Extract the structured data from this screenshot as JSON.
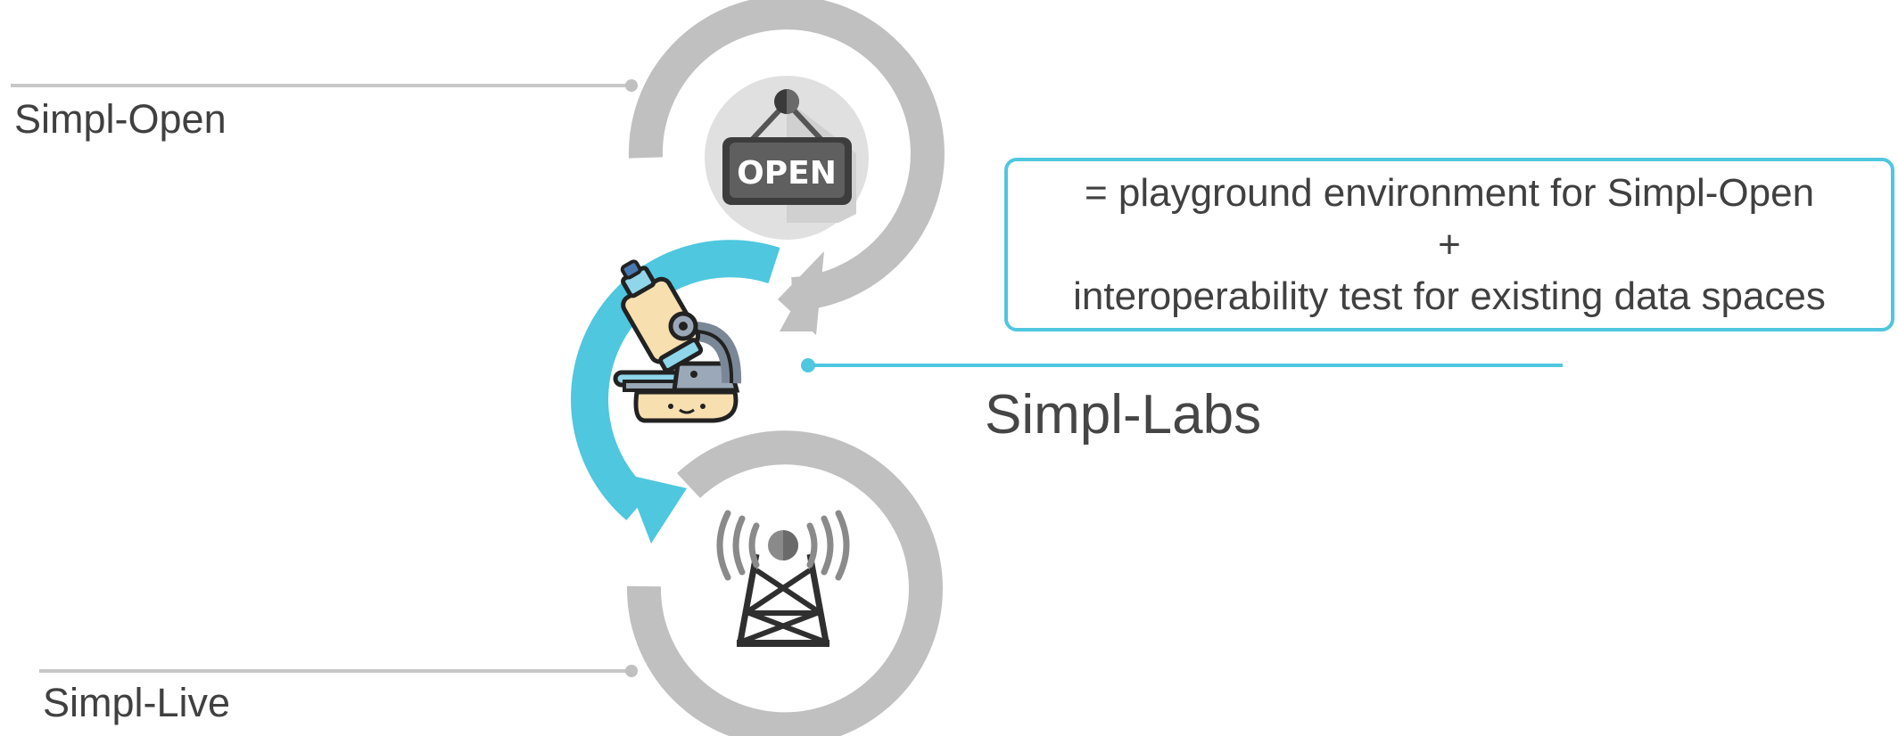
{
  "labels": {
    "open": "Simpl-Open",
    "labs": "Simpl-Labs",
    "live": "Simpl-Live"
  },
  "description": {
    "line1": "= playground environment for Simpl-Open",
    "line2": "+",
    "line3": "interoperability test for existing data spaces"
  },
  "icon_text": {
    "open_sign": "OPEN"
  },
  "icons": {
    "open": "open-sign-icon",
    "labs": "microscope-icon",
    "live": "antenna-tower-icon"
  },
  "colors": {
    "grey_ring": "#c0c0c0",
    "blue_ring": "#4ec7df",
    "line_grey": "#c7c7c7",
    "text": "#404040"
  }
}
